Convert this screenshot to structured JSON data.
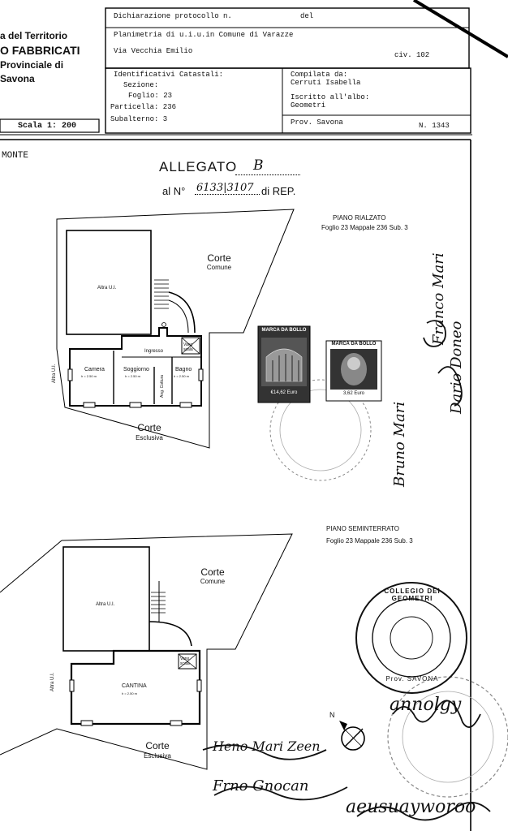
{
  "header_left": {
    "line1": "a del Territorio",
    "line2": "O FABBRICATI",
    "line3": "Provinciale di",
    "line4": "Savona",
    "scale": "Scala 1: 200"
  },
  "header_box": {
    "dichiarazione": "Dichiarazione protocollo n.",
    "del": "del",
    "planimetria": "Planimetria di u.i.u.in Comune di Varazze",
    "via": "Via Vecchia Emilio",
    "civ": "civ. 102",
    "identificativi": "Identificativi Catastali:",
    "sezione": "Sezione:",
    "foglio": "Foglio: 23",
    "particella": "Particella: 236",
    "subalterno": "Subalterno: 3",
    "compilata_label": "Compilata da:",
    "compilata_value": "Cerruti Isabella",
    "iscritto_label": "Iscritto all'albo:",
    "iscritto_value": "Geometri",
    "prov": "Prov. Savona",
    "numero": "N.  1343"
  },
  "monte": "MONTE",
  "allegato": {
    "label": "ALLEGATO",
    "letter": "B",
    "al_n": "al N°",
    "numero": "6133|3107",
    "di_rep": "di REP."
  },
  "piano_rialzato": {
    "title": "PIANO RIALZATO",
    "subtitle": "Foglio 23 Mappale 236 Sub. 3",
    "corte_top": "Corte",
    "comune": "Comune",
    "altra_ui": "Altra U.I.",
    "ingresso": "Ingresso",
    "vano_scala": "Vano scala",
    "camera": "Camera",
    "camera_h": "h = 2.50 m",
    "soggiorno": "Soggiorno",
    "soggiorno_h": "h = 2.50 m",
    "bagno": "Bagno",
    "bagno_h": "h = 2.50 m",
    "ang_cottura": "Ang. Cottura",
    "altra_ui_side": "Altra U.I.",
    "corte_bottom": "Corte",
    "esclusiva": "Esclusiva"
  },
  "stamps": {
    "marca1_title": "MARCA DA BOLLO",
    "marca1_value": "€14,62 Euro",
    "marca2_title": "MARCA DA BOLLO",
    "marca2_value": "3,62 Euro",
    "seal_text": "COLLEGIO DEI GEOMETRI",
    "seal_prov": "Prov. SAVONA"
  },
  "piano_seminterrato": {
    "title": "PIANO SEMINTERRATO",
    "subtitle": "Foglio 23 Mappale 236 Sub. 3",
    "corte_top": "Corte",
    "comune": "Comune",
    "altra_ui": "Altra U.I.",
    "vano_scala": "Vano scala",
    "cantina": "CANTINA",
    "cantina_h": "h = 2.50 m",
    "altra_ui_side": "Altra U.I.",
    "corte_bottom": "Corte",
    "esclusiva": "Esclusiva"
  },
  "north": "N",
  "signatures": {
    "sig1": "Franco Mari",
    "sig2": "Bruno Mari",
    "sig3": "Dario Doneo",
    "sig4": "Heno Mari Zeen",
    "sig5": "Frno Gnocan",
    "sig6": "annolgy",
    "sig7": "aeusuayworoo"
  }
}
